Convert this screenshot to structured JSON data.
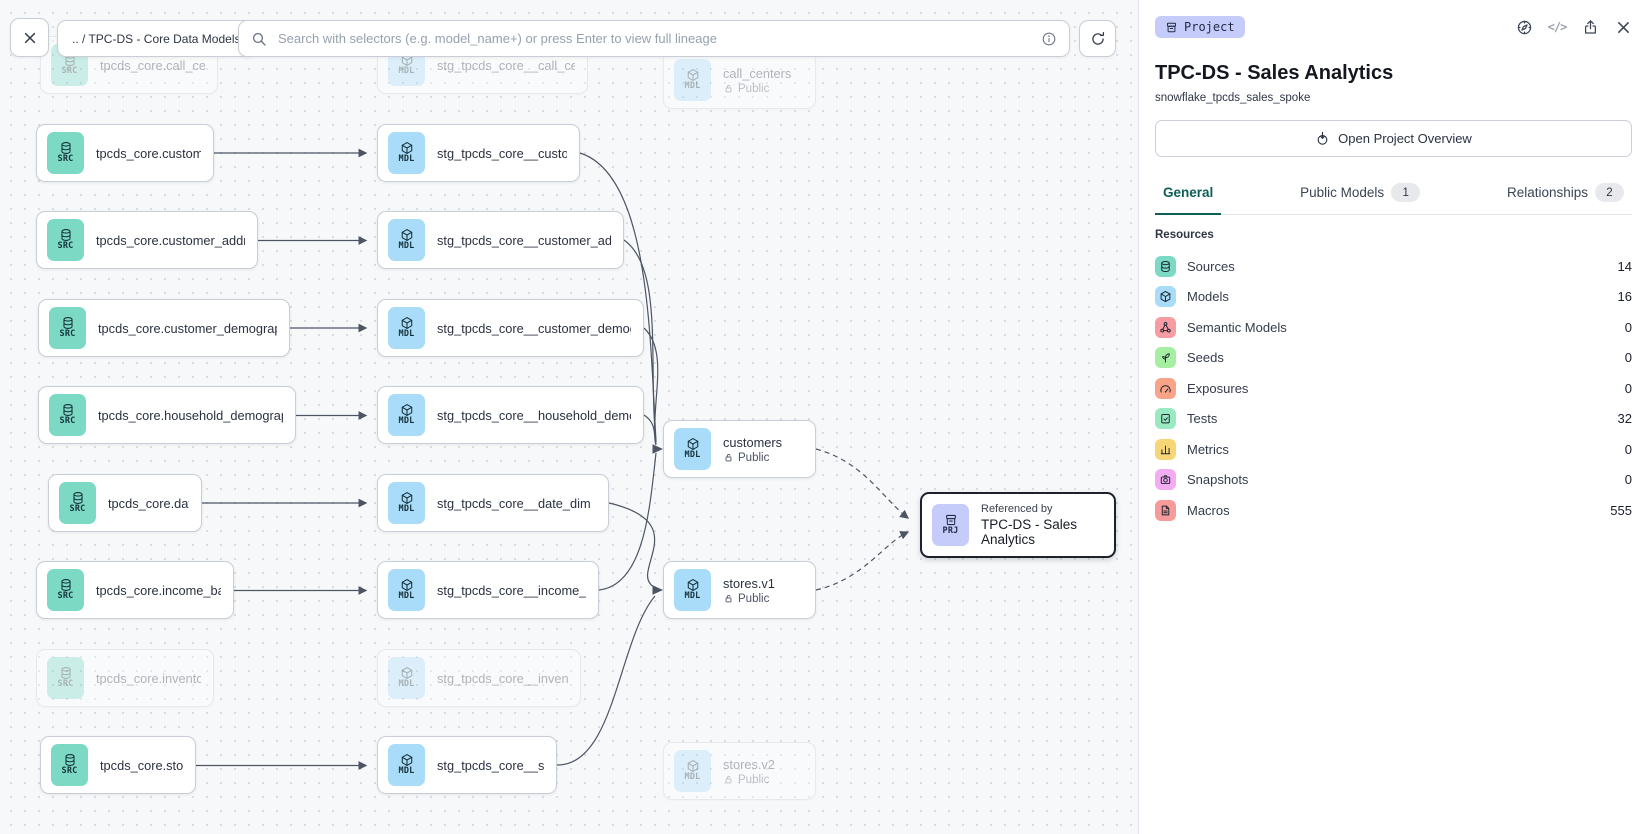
{
  "toolbar": {
    "close_label": "✕",
    "breadcrumb": ".. / TPC-DS - Core Data Models",
    "search_placeholder": "Search with selectors (e.g. model_name+) or press Enter to view full lineage",
    "icons": [
      "search-icon",
      "info-icon",
      "refresh-icon"
    ]
  },
  "graph": {
    "edge_color": "#4D5563",
    "nodes": [
      {
        "badge": "SRC",
        "label": "tpcds_core.call_center",
        "faded": true
      },
      {
        "badge": "SRC",
        "label": "tpcds_core.customer"
      },
      {
        "badge": "SRC",
        "label": "tpcds_core.customer_address"
      },
      {
        "badge": "SRC",
        "label": "tpcds_core.customer_demographics"
      },
      {
        "badge": "SRC",
        "label": "tpcds_core.household_demographics"
      },
      {
        "badge": "SRC",
        "label": "tpcds_core.date_dim"
      },
      {
        "badge": "SRC",
        "label": "tpcds_core.income_band"
      },
      {
        "badge": "SRC",
        "label": "tpcds_core.inventory",
        "faded": true
      },
      {
        "badge": "SRC",
        "label": "tpcds_core.store"
      },
      {
        "badge": "MDL",
        "label": "stg_tpcds_core__call_center",
        "faded": true
      },
      {
        "badge": "MDL",
        "label": "stg_tpcds_core__customer"
      },
      {
        "badge": "MDL",
        "label": "stg_tpcds_core__customer_address"
      },
      {
        "badge": "MDL",
        "label": "stg_tpcds_core__customer_demogra…"
      },
      {
        "badge": "MDL",
        "label": "stg_tpcds_core__household_demogr…"
      },
      {
        "badge": "MDL",
        "label": "stg_tpcds_core__date_dim"
      },
      {
        "badge": "MDL",
        "label": "stg_tpcds_core__income_band"
      },
      {
        "badge": "MDL",
        "label": "stg_tpcds_core__inventory",
        "faded": true
      },
      {
        "badge": "MDL",
        "label": "stg_tpcds_core__store"
      },
      {
        "badge": "MDL",
        "label": "call_centers",
        "visibility": "Public",
        "faded": true
      },
      {
        "badge": "MDL",
        "label": "customers",
        "visibility": "Public"
      },
      {
        "badge": "MDL",
        "label": "stores.v1",
        "visibility": "Public"
      },
      {
        "badge": "MDL",
        "label": "stores.v2",
        "visibility": "Public",
        "faded": true
      },
      {
        "badge": "PRJ",
        "pretext": "Referenced by",
        "label": "TPC-DS - Sales Analytics"
      }
    ]
  },
  "panel": {
    "badge": "Project",
    "header_icons": [
      "compass-icon",
      "code-icon",
      "share-icon",
      "close-icon"
    ],
    "code_icon_glyph": "</>",
    "close_glyph": "✕",
    "title": "TPC-DS - Sales Analytics",
    "subtitle": "snowflake_tpcds_sales_spoke",
    "overview_button": "Open Project Overview",
    "tabs": [
      {
        "label": "General",
        "active": true
      },
      {
        "label": "Public Models",
        "badge": "1"
      },
      {
        "label": "Relationships",
        "badge": "2"
      }
    ],
    "resources_heading": "Resources",
    "resources": [
      {
        "label": "Sources",
        "count": "14",
        "icon": "database-icon",
        "color": "#7CDAC4"
      },
      {
        "label": "Models",
        "count": "16",
        "icon": "cube-icon",
        "color": "#A9DCF8"
      },
      {
        "label": "Semantic Models",
        "count": "0",
        "icon": "semantic-graph-icon",
        "color": "#F79CA3"
      },
      {
        "label": "Seeds",
        "count": "0",
        "icon": "seedling-icon",
        "color": "#A6EFA2"
      },
      {
        "label": "Exposures",
        "count": "0",
        "icon": "gauge-icon",
        "color": "#F9A489"
      },
      {
        "label": "Tests",
        "count": "32",
        "icon": "clipboard-check-icon",
        "color": "#9AE9C1"
      },
      {
        "label": "Metrics",
        "count": "0",
        "icon": "bar-chart-icon",
        "color": "#F7D677"
      },
      {
        "label": "Snapshots",
        "count": "0",
        "icon": "camera-icon",
        "color": "#F2ACF1"
      },
      {
        "label": "Macros",
        "count": "555",
        "icon": "document-icon",
        "color": "#F79A9A"
      }
    ]
  }
}
